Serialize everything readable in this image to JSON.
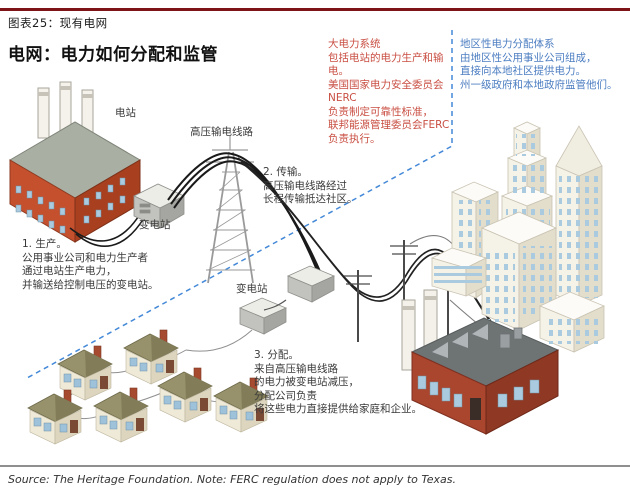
{
  "page": {
    "figure_label": "图表25：现有电网",
    "title": "电网：电力如何分配和监管",
    "source_note": "Source: The Heritage Foundation. Note: FERC regulation does not apply to Texas."
  },
  "colors": {
    "header_rule": "#7E1418",
    "bulk_system_text": "#C94F43",
    "local_system_text": "#4D7EC2",
    "divider_dash": "#4489D8",
    "annotation_text": "#3A3A3A",
    "footer_rule": "#8F8F8F"
  },
  "diagram": {
    "bulk_power_block": {
      "lines": [
        "大电力系统",
        "包括电站的电力生产和输电。",
        "美国国家电力安全委员会NERC",
        "负责制定可靠性标准，",
        "联邦能源管理委员会FERC",
        "负责执行。"
      ]
    },
    "local_distribution_block": {
      "lines": [
        "地区性电力分配体系",
        "由地区性公用事业公司组成，",
        "直接向本地社区提供电力。",
        "州一级政府和本地政府监管他们。"
      ]
    },
    "labels": {
      "power_station": "电站",
      "hv_transmission_lines": "高压输电线路",
      "substation_1": "变电站",
      "substation_2": "变电站"
    },
    "steps": {
      "step1": {
        "lines": [
          "1. 生产。",
          "公用事业公司和电力生产者",
          "通过电站生产电力，",
          "并输送给控制电压的变电站。"
        ]
      },
      "step2": {
        "lines": [
          "2. 传输。",
          "高压输电线路经过",
          "长程传输抵达社区。"
        ]
      },
      "step3": {
        "lines": [
          "3. 分配。",
          "来自高压输电线路",
          "的电力被变电站减压，",
          "分配公司负责",
          "将这些电力直接提供给家庭和企业。"
        ]
      }
    }
  }
}
